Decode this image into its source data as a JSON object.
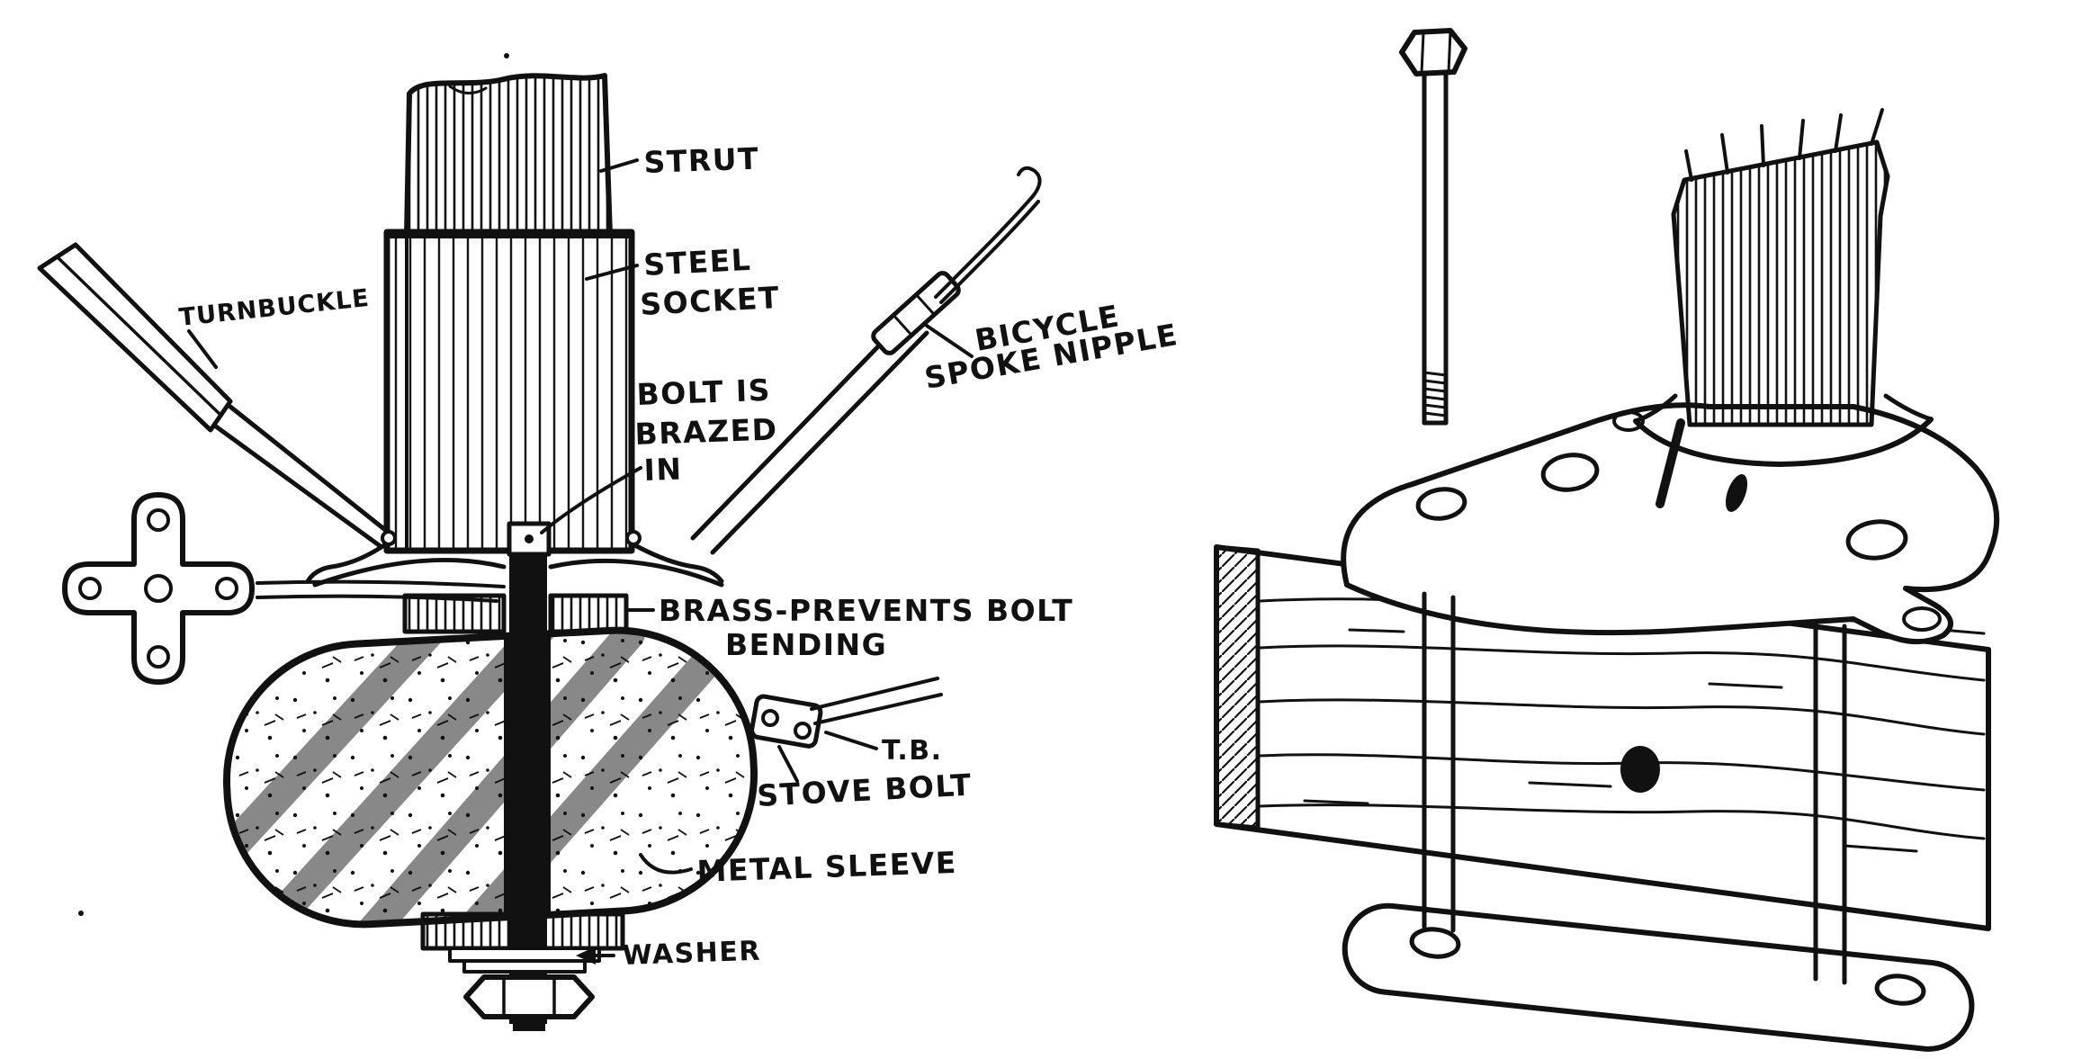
{
  "page": {
    "background": "#ffffff",
    "ink": "#111111",
    "description": "Hand-drawn technical illustration of aeroplane strut fittings: left view shows strut, steel socket, turnbuckle and bolt through wooden spar; right view shows fitting plate bolted to wooden beam"
  },
  "figure_left": {
    "labels": {
      "strut": "STRUT",
      "steel_socket_1": "STEEL",
      "steel_socket_2": "SOCKET",
      "bolt_brazed_1": "BOLT IS",
      "bolt_brazed_2": "BRAZED",
      "bolt_brazed_3": "IN",
      "turnbuckle": "TURNBUCKLE",
      "bicycle_1": "BICYCLE",
      "bicycle_2": "SPOKE NIPPLE",
      "brass_1": "BRASS-PREVENTS BOLT",
      "brass_2": "BENDING",
      "tb": "T.B.",
      "stove_bolt": "STOVE BOLT",
      "metal_sleeve": "METAL SLEEVE",
      "washer": "WASHER"
    }
  },
  "figure_right": {
    "labels": {}
  }
}
